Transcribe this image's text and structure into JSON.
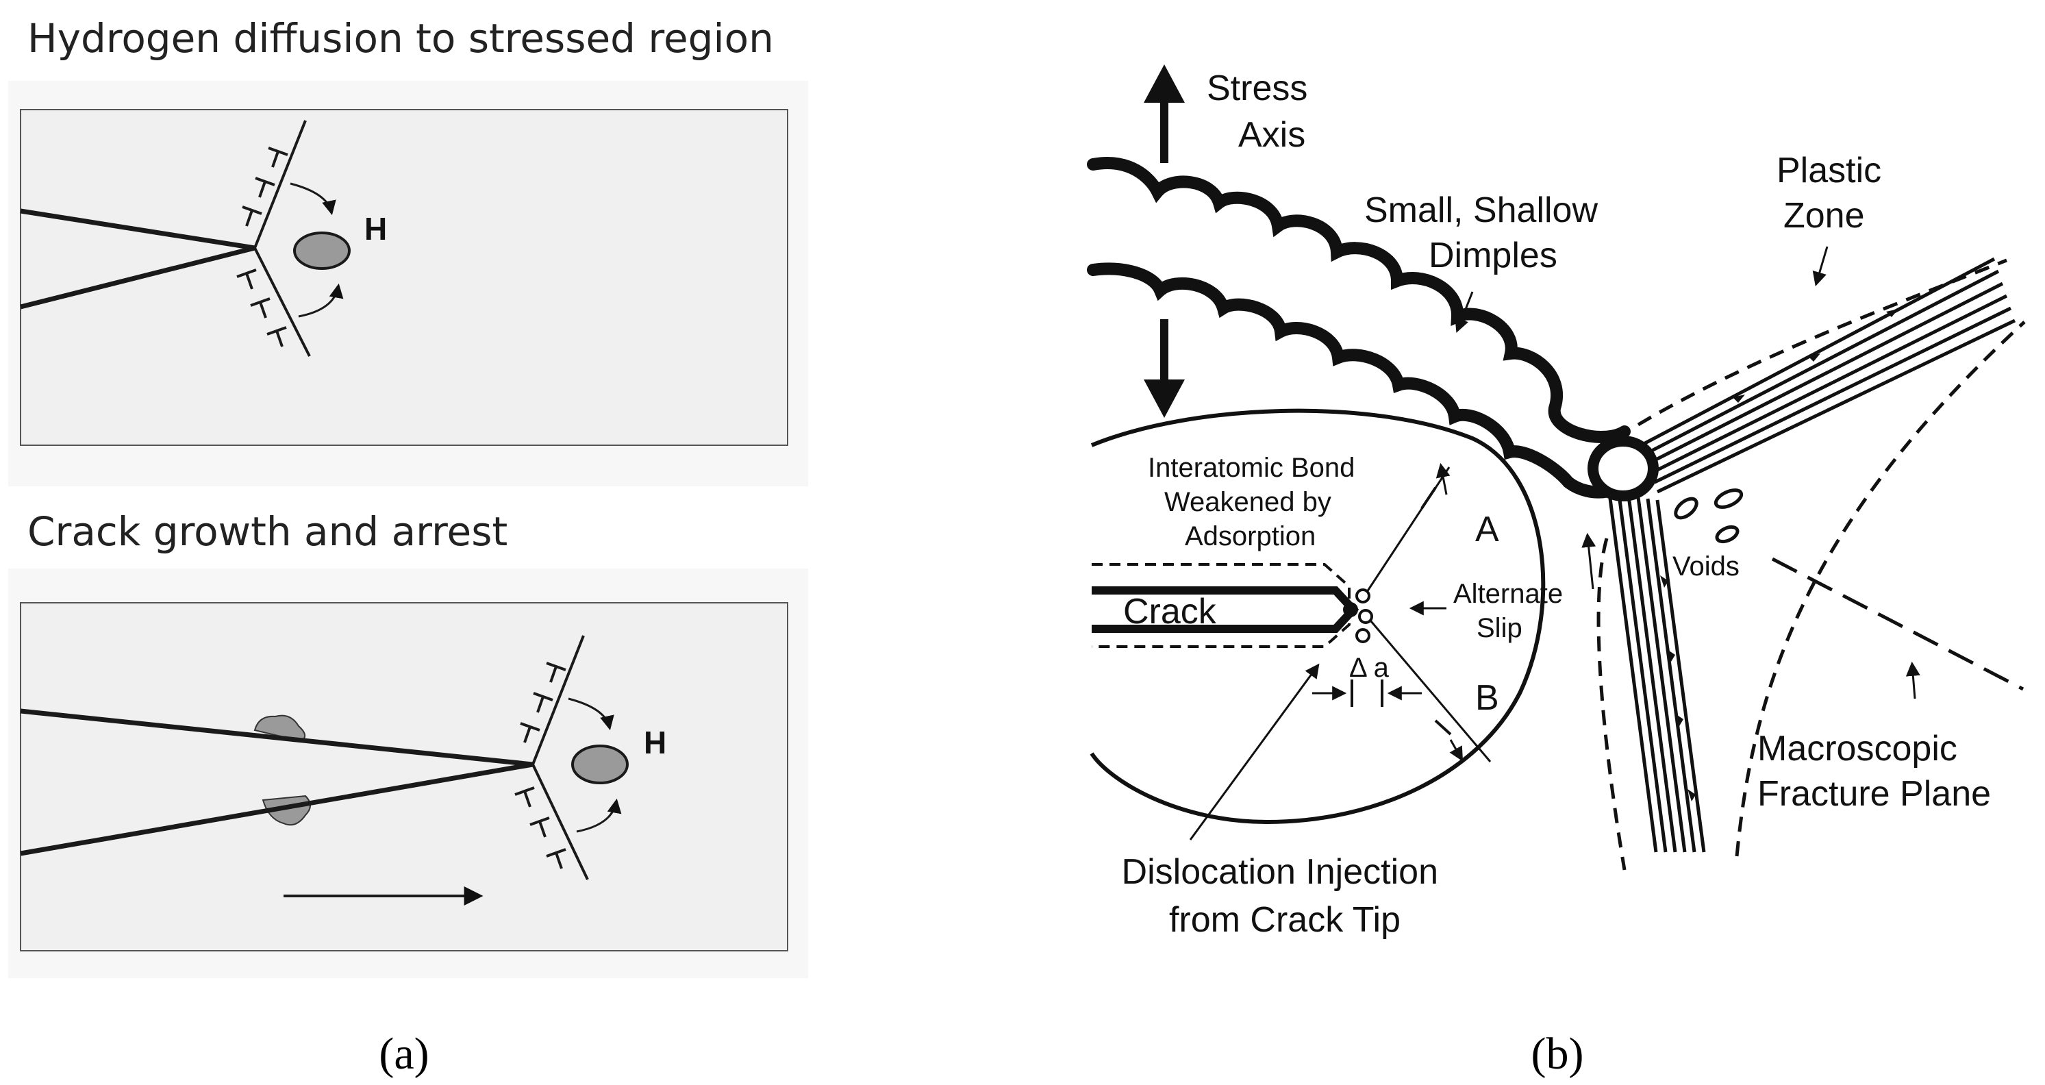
{
  "panel_a": {
    "top_title": "Hydrogen diffusion to stressed region",
    "bottom_title": "Crack growth and arrest",
    "hydrogen_label": "H",
    "caption": "(a)",
    "colors": {
      "panel_fill": "#f0f0f0",
      "hydrogen_fill": "#9a9a9a",
      "line": "#1a1a1a"
    }
  },
  "panel_b": {
    "labels": {
      "stress_axis": [
        "Stress",
        "Axis"
      ],
      "dimples": [
        "Small, Shallow",
        "Dimples"
      ],
      "plastic_zone": [
        "Plastic",
        "Zone"
      ],
      "bond": [
        "Interatomic Bond",
        "Weakened by",
        "Adsorption"
      ],
      "slip_a": "A",
      "slip_b": "B",
      "alternate_slip": [
        "Alternate",
        "Slip"
      ],
      "crack": "Crack",
      "delta_a": "Δ a",
      "voids": "Voids",
      "fracture_plane": [
        "Macroscopic",
        "Fracture Plane"
      ],
      "dislocation": [
        "Dislocation Injection",
        "from Crack Tip"
      ]
    },
    "caption": "(b)"
  },
  "icons": {
    "arrow": "arrow-icon",
    "hydrogen": "hydrogen-atom-icon"
  }
}
